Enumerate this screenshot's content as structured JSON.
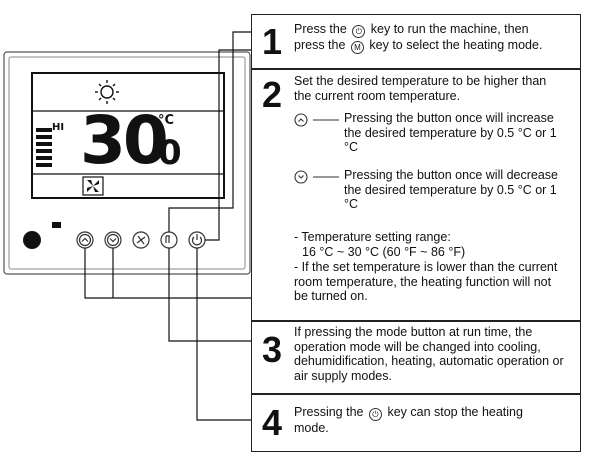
{
  "device": {
    "hi_label": "HI",
    "temp_integer": "30",
    "temp_decimal": "0",
    "unit": "°C"
  },
  "steps": [
    {
      "number": "1",
      "line1a": "Press the",
      "line1b": "key to run the machine, then",
      "line2a": "press the",
      "line2b": "key to select the heating mode."
    },
    {
      "number": "2",
      "intro": "Set the desired temperature to be higher than the current room temperature.",
      "up_text": "Pressing the button once will increase the desired temperature by 0.5 °C or 1 °C",
      "down_text": "Pressing the button once will decrease the desired temperature by 0.5 °C or 1 °C",
      "range_title": "- Temperature setting range:",
      "range_value": "16 °C ~ 30 °C (60 °F ~ 86 °F)",
      "note": "- If the set temperature is lower than the current room temperature, the heating function will not be turned on."
    },
    {
      "number": "3",
      "text": "If pressing the mode button at run time, the operation mode will be changed into cooling, dehumidification, heating, automatic operation or air supply modes."
    },
    {
      "number": "4",
      "text_a": "Pressing the",
      "text_b": "key can stop the heating mode."
    }
  ]
}
